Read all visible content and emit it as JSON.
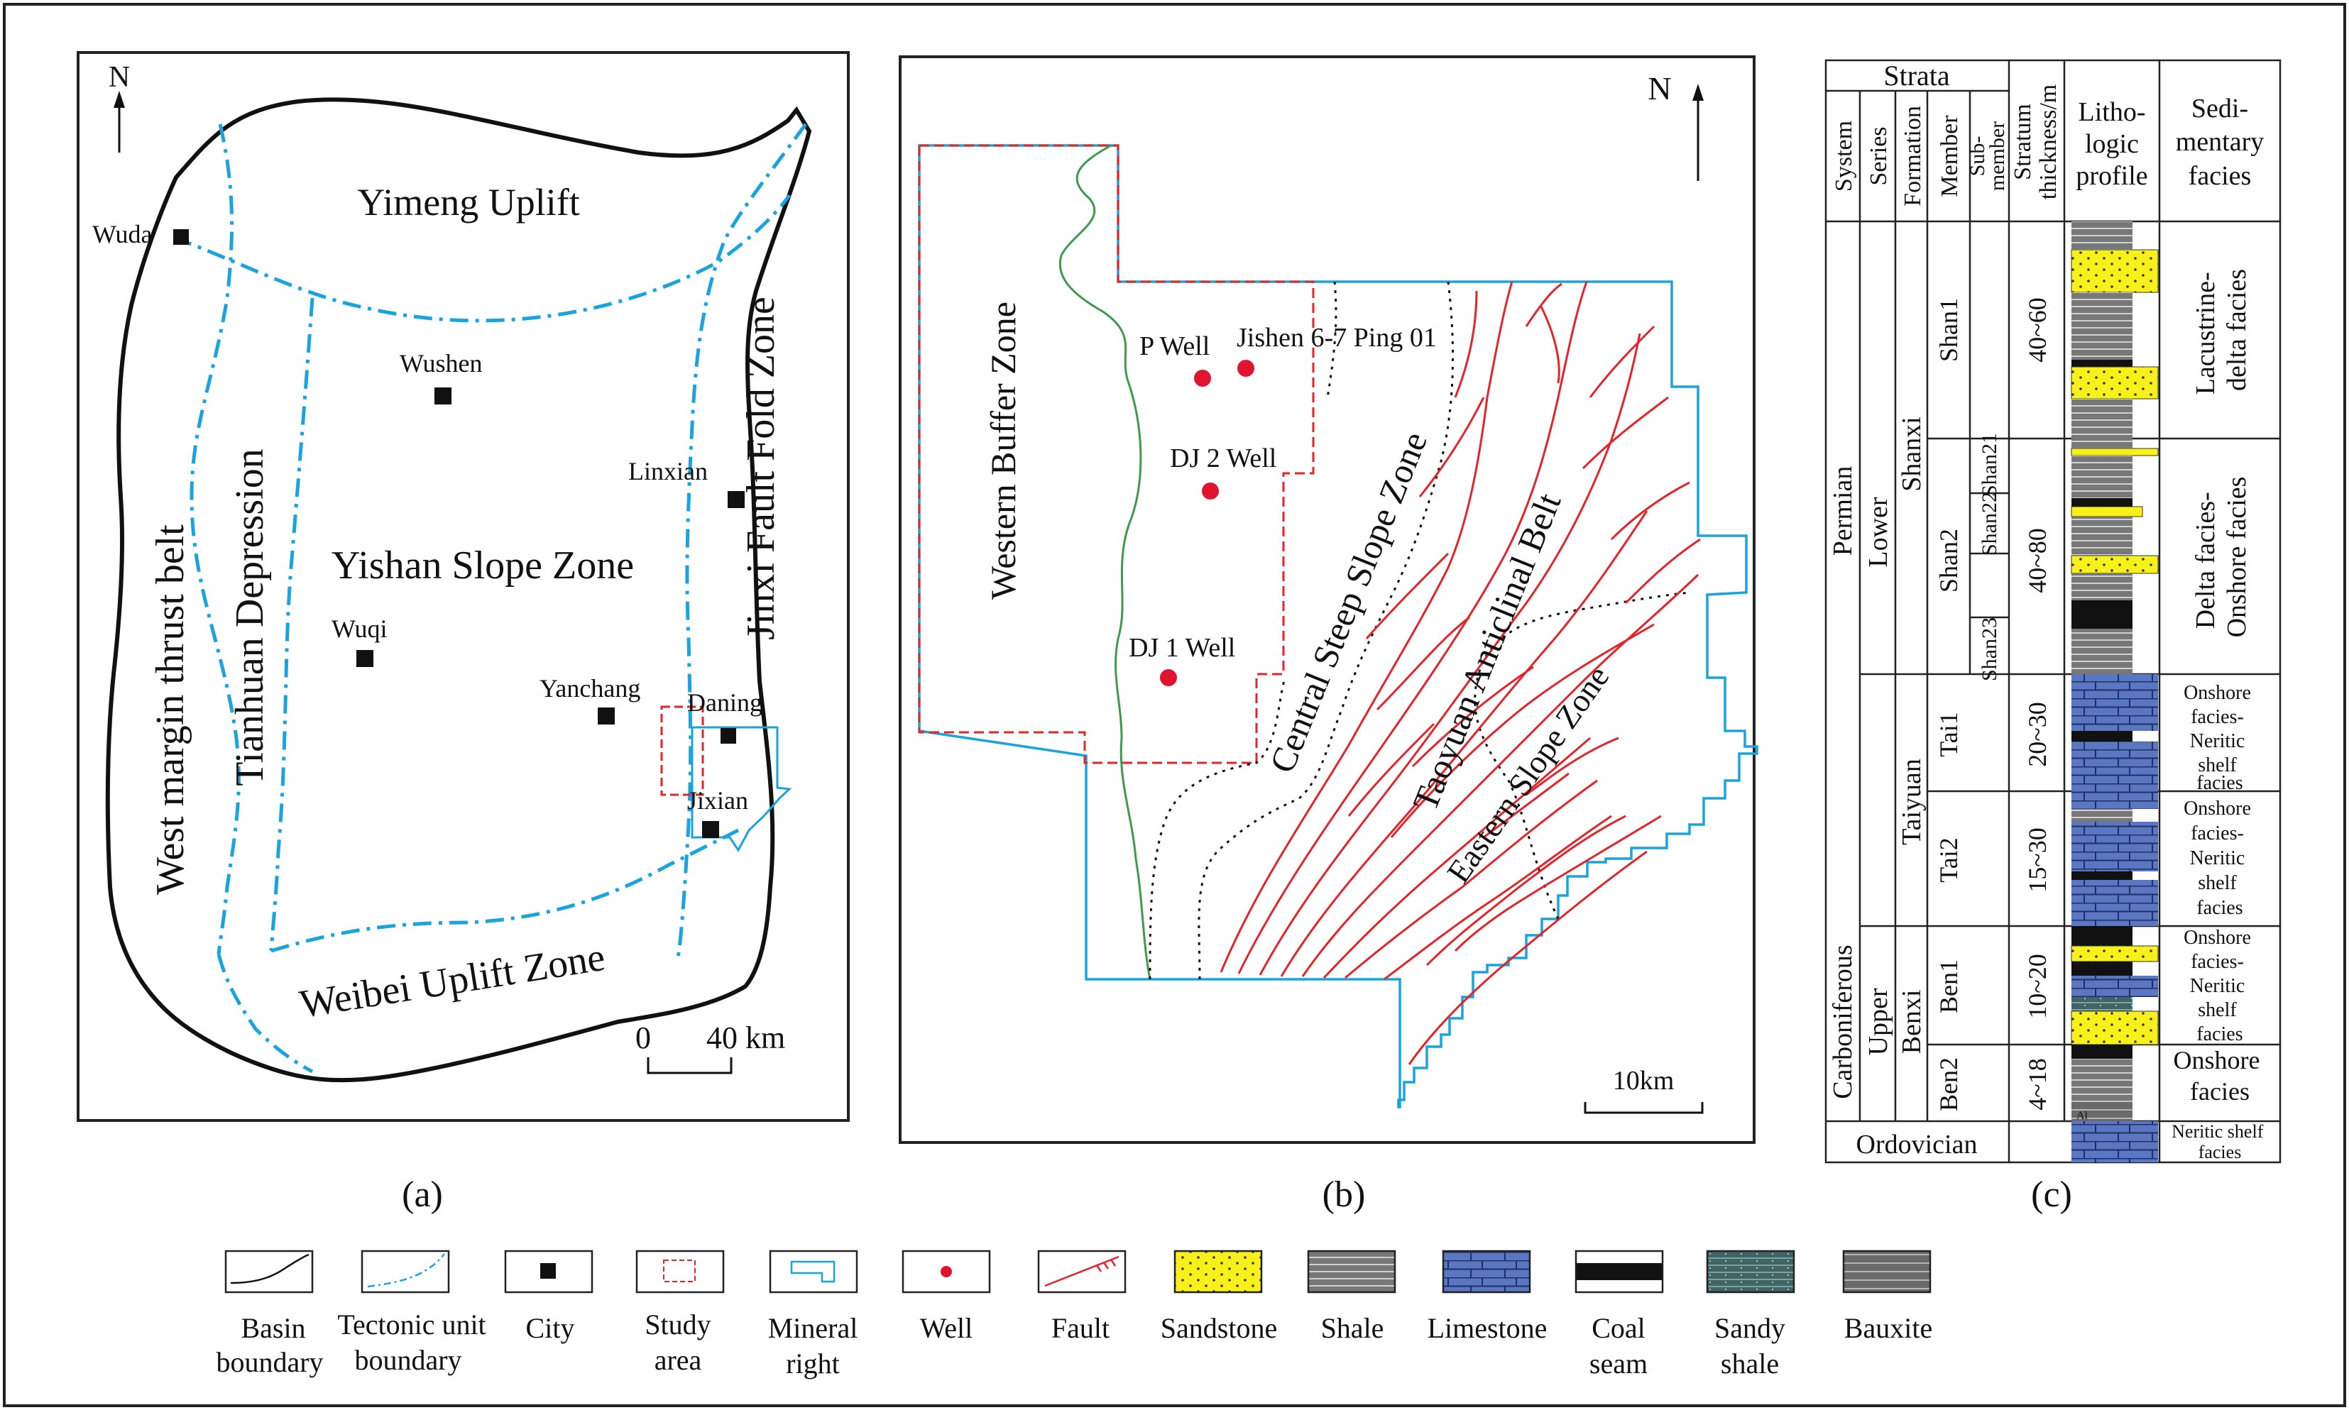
{
  "panel_a": {
    "caption": "(a)",
    "north": "N",
    "zones": {
      "yimeng": "Yimeng Uplift",
      "yishan": "Yishan Slope Zone",
      "tianhuan": "Tianhuan Depression",
      "west_margin": "West margin thrust belt",
      "jinxi": "Jinxi Fault Fold Zone",
      "weibei": "Weibei Uplift Zone"
    },
    "cities": {
      "wuda": "Wuda",
      "wushen": "Wushen",
      "linxian": "Linxian",
      "wuqi": "Wuqi",
      "yanchang": "Yanchang",
      "daning": "Daning",
      "jixian": "Jixian"
    },
    "scale": {
      "zero": "0",
      "label": "40 km"
    }
  },
  "panel_b": {
    "caption": "(b)",
    "north": "N",
    "zones": {
      "western_buffer": "Western Buffer Zone",
      "central_steep": "Central Steep Slope Zone",
      "taoyuan": "Taoyuan Anticlinal Belt",
      "eastern_slope": "Eastern Slope Zone"
    },
    "wells": {
      "p": "P Well",
      "jishen": "Jishen 6-7 Ping 01",
      "dj2": "DJ 2 Well",
      "dj1": "DJ 1 Well"
    },
    "scale": "10km"
  },
  "panel_c": {
    "caption": "(c)",
    "headers": {
      "strata": "Strata",
      "system": "System",
      "series": "Series",
      "formation": "Formation",
      "member": "Member",
      "submember_a": "Sub-",
      "submember_b": "member",
      "thickness_a": "Stratum",
      "thickness_b": "thickness/m",
      "litho_a": "Litho-",
      "litho_b": "logic",
      "litho_c": "profile",
      "facies_a": "Sedi-",
      "facies_b": "mentary",
      "facies_c": "facies"
    },
    "systems": {
      "permian": "Permian",
      "carboniferous": "Carboniferous",
      "ordovician": "Ordovician"
    },
    "series": {
      "lower": "Lower",
      "upper": "Upper"
    },
    "formations": {
      "shanxi": "Shanxi",
      "taiyuan": "Taiyuan",
      "benxi": "Benxi"
    },
    "members": {
      "shan1": "Shan1",
      "shan2": "Shan2",
      "tai1": "Tai1",
      "tai2": "Tai2",
      "ben1": "Ben1",
      "ben2": "Ben2"
    },
    "submembers": {
      "shan2_1": "Shan21",
      "shan2_2": "Shan22",
      "shan2_3": "Shan23"
    },
    "thickness": {
      "shan1": "40~60",
      "shan2": "40~80",
      "tai1": "20~30",
      "tai2": "15~30",
      "ben1": "10~20",
      "ben2": "4~18"
    },
    "facies": {
      "shan1": [
        "Lacustrine-",
        "delta facies"
      ],
      "shan2": [
        "Delta facies-",
        "Onshore facies"
      ],
      "tai1": [
        "Onshore",
        "facies-",
        "Neritic",
        "shelf",
        "facies"
      ],
      "tai2": [
        "Onshore",
        "facies-",
        "Neritic",
        "shelf",
        "facies"
      ],
      "ben1": [
        "Onshore",
        "facies-",
        "Neritic",
        "shelf",
        "facies"
      ],
      "ben2": [
        "Onshore",
        "facies"
      ],
      "ordovician": [
        "Neritic shelf",
        "facies"
      ]
    },
    "bauxite_mark": "Al"
  },
  "legend": {
    "basin_boundary": [
      "Basin",
      "boundary"
    ],
    "tectonic_boundary": [
      "Tectonic unit",
      "boundary"
    ],
    "city": [
      "City"
    ],
    "study_area": [
      "Study",
      "area"
    ],
    "mineral_right": [
      "Mineral",
      "right"
    ],
    "well": [
      "Well"
    ],
    "fault": [
      "Fault"
    ],
    "sandstone": [
      "Sandstone"
    ],
    "shale": [
      "Shale"
    ],
    "limestone": [
      "Limestone"
    ],
    "coal_seam": [
      "Coal",
      "seam"
    ],
    "sandy_shale": [
      "Sandy",
      "shale"
    ],
    "bauxite": [
      "Bauxite"
    ]
  },
  "colors": {
    "tectonic_line": "#1aa3dc",
    "mineral_right": "#1aa3dc",
    "study_area": "#e0262b",
    "fault": "#e0262b",
    "well": "#e0142e",
    "green_line": "#3f9a4d",
    "sandstone": "#f7f01a",
    "limestone": "#5b77c2",
    "shale": "#6f6f6f",
    "coal": "#111111",
    "sandy_shale": "#3f6665",
    "bauxite": "#6a6a6a"
  }
}
